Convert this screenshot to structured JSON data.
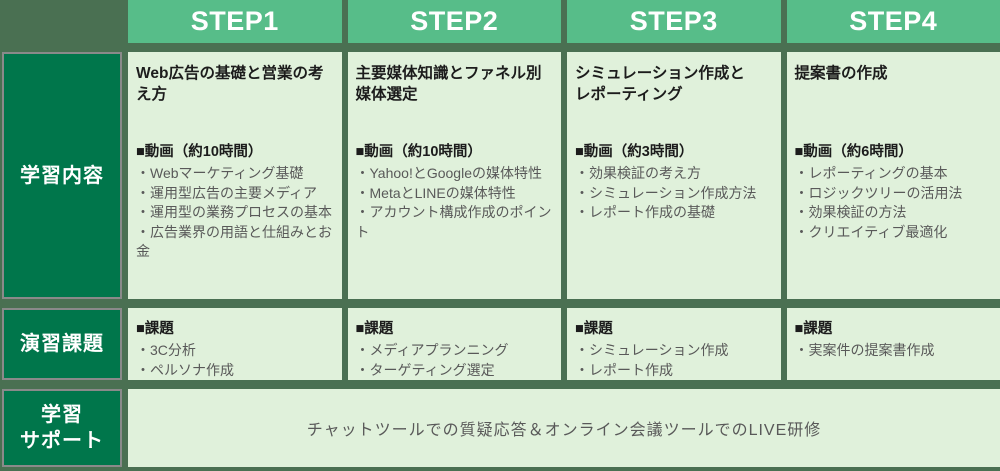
{
  "board": {
    "row_labels": {
      "learning_content": "学習内容",
      "exercises": "演習課題",
      "learning_support": "学習\nサポート"
    },
    "support_text": "チャットツールでの質疑応答＆オンライン会議ツールでのLIVE研修",
    "steps": [
      {
        "header": "STEP1",
        "title": "Web広告の基礎と営業の考\nえ方",
        "video_heading": "■動画（約10時間）",
        "video_items": [
          "・Webマーケティング基礎",
          "・運用型広告の主要メディア",
          "・運用型の業務プロセスの基本",
          "・広告業界の用語と仕組みとお金"
        ],
        "task_heading": "■課題",
        "task_items": [
          "・3C分析",
          "・ペルソナ作成"
        ]
      },
      {
        "header": "STEP2",
        "title": "主要媒体知識とファネル別\n媒体選定",
        "video_heading": "■動画（約10時間）",
        "video_items": [
          "・Yahoo!とGoogleの媒体特性",
          "・MetaとLINEの媒体特性",
          "・アカウント構成作成のポイント"
        ],
        "task_heading": "■課題",
        "task_items": [
          "・メディアプランニング",
          "・ターゲティング選定"
        ]
      },
      {
        "header": "STEP3",
        "title": "シミュレーション作成と\nレポーティング",
        "video_heading": "■動画（約3時間）",
        "video_items": [
          "・効果検証の考え方",
          "・シミュレーション作成方法",
          "・レポート作成の基礎"
        ],
        "task_heading": "■課題",
        "task_items": [
          "・シミュレーション作成",
          "・レポート作成"
        ]
      },
      {
        "header": "STEP4",
        "title": "提案書の作成",
        "video_heading": "■動画（約6時間）",
        "video_items": [
          "・レポーティングの基本",
          "・ロジックツリーの活用法",
          "・効果検証の方法",
          "・クリエイティブ最適化"
        ],
        "task_heading": "■課題",
        "task_items": [
          "・実案件の提案書作成"
        ]
      }
    ],
    "colors": {
      "background": "#4A7052",
      "header_green": "#57BD89",
      "label_green": "#00764B",
      "cell_light_green": "#E0F1DB",
      "label_border_gray": "#8A8A8A",
      "heading_text": "#1C1C1C",
      "body_text_gray": "#595959"
    }
  }
}
